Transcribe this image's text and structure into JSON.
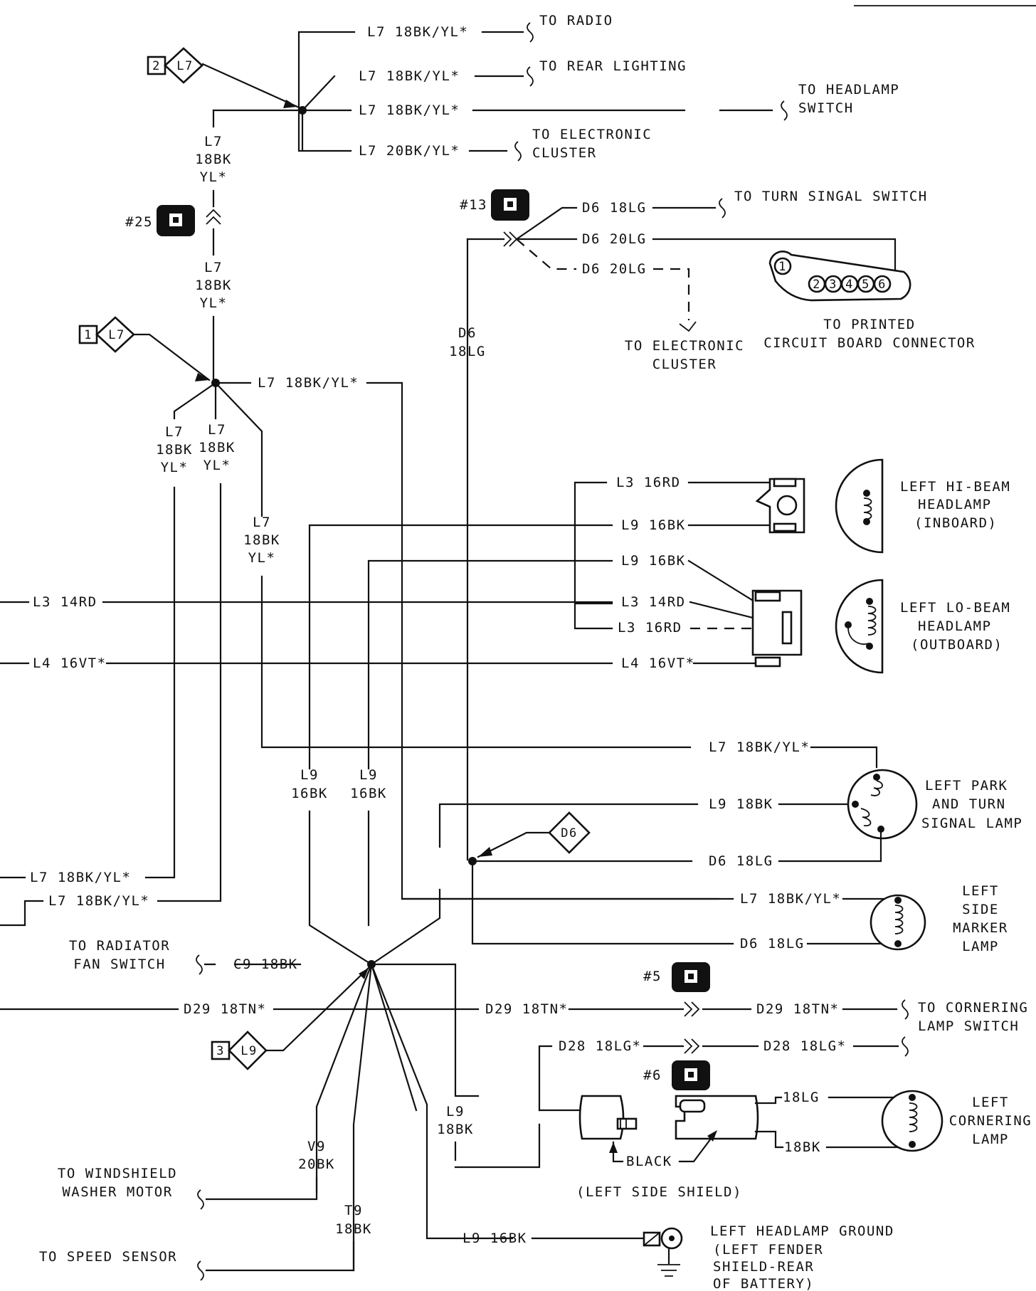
{
  "colors": {
    "ink": "#111111",
    "paper": "#ffffff"
  },
  "wires": {
    "radio": "L7 18BK/YL*",
    "rear_lighting": "L7 18BK/YL*",
    "headlamp_switch": "L7 18BK/YL*",
    "electronic_cluster": "L7 20BK/YL*",
    "vertical_top": [
      "L7",
      "18BK",
      "YL*"
    ],
    "vertical_mid": [
      "L7",
      "18BK",
      "YL*"
    ],
    "splice1_right": "L7 18BK/YL*",
    "branch_a": [
      "L7",
      "18BK",
      "YL*"
    ],
    "branch_b": [
      "L7",
      "18BK",
      "YL*"
    ],
    "branch_c": [
      "L7",
      "18BK",
      "YL*"
    ],
    "d6_turn_signal": "D6 18LG",
    "d6_board": "D6 20LG",
    "d6_cluster": "D6 20LG",
    "d6_vertical": [
      "D6",
      "18LG"
    ],
    "hi_l3": "L3 16RD",
    "hi_l9": "L9 16BK",
    "lo_l9": "L9 16BK",
    "lo_l3_14": "L3 14RD",
    "lo_l3_16": "L3 16RD",
    "lo_l4": "L4 16VT*",
    "left_l3": "L3 14RD",
    "left_l4": "L4 16VT*",
    "park_l7": "L7 18BK/YL*",
    "park_l9": "L9 18BK",
    "park_d6": "D6 18LG",
    "marker_l7": "L7 18BK/YL*",
    "marker_d6": "D6 18LG",
    "l9_vert_a": [
      "L9",
      "16BK"
    ],
    "l9_vert_b": [
      "L9",
      "16BK"
    ],
    "left_l7_a": "L7 18BK/YL*",
    "left_l7_b": "L7 18BK/YL*",
    "c9": "C9 18BK",
    "d29_left": "D29 18TN*",
    "d29_mid": "D29 18TN*",
    "d29_right": "D29 18TN*",
    "d28_left": "D28 18LG*",
    "d28_right": "D28 18LG*",
    "corner_lg": "18LG",
    "corner_bk": "18BK",
    "l9_corner": [
      "L9",
      "18BK"
    ],
    "v9": [
      "V9",
      "20BK"
    ],
    "t9": [
      "T9",
      "18BK"
    ],
    "ground_l9": "L9 16BK"
  },
  "labels": {
    "to_radio": "TO RADIO",
    "to_rear_lighting": "TO REAR LIGHTING",
    "to_headlamp_switch": [
      "TO HEADLAMP",
      "SWITCH"
    ],
    "to_electronic_cluster_top": [
      "TO ELECTRONIC",
      "CLUSTER"
    ],
    "to_turn_signal_switch": "TO TURN SINGAL SWITCH",
    "to_printed_circuit": [
      "TO PRINTED",
      "CIRCUIT BOARD CONNECTOR"
    ],
    "to_electronic_cluster_mid": [
      "TO ELECTRONIC",
      "CLUSTER"
    ],
    "left_hi_beam": [
      "LEFT HI-BEAM",
      "HEADLAMP",
      "(INBOARD)"
    ],
    "left_lo_beam": [
      "LEFT LO-BEAM",
      "HEADLAMP",
      "(OUTBOARD)"
    ],
    "left_park_turn": [
      "LEFT PARK",
      "AND TURN",
      "SIGNAL LAMP"
    ],
    "left_side_marker": [
      "LEFT",
      "SIDE",
      "MARKER",
      "LAMP"
    ],
    "to_radiator_fan": [
      "TO RADIATOR",
      "FAN SWITCH"
    ],
    "to_cornering_switch": [
      "TO CORNERING",
      "LAMP SWITCH"
    ],
    "left_cornering": [
      "LEFT",
      "CORNERING",
      "LAMP"
    ],
    "black": "BLACK",
    "left_side_shield": "(LEFT SIDE SHIELD)",
    "to_windshield_washer": [
      "TO WINDSHIELD",
      "WASHER MOTOR"
    ],
    "to_speed_sensor": "TO SPEED SENSOR",
    "left_headlamp_ground": "LEFT HEADLAMP GROUND",
    "left_fender_shield": [
      "(LEFT FENDER",
      "SHIELD-REAR",
      "OF BATTERY)"
    ]
  },
  "connectors": {
    "c25": "#25",
    "c13": "#13",
    "c5": "#5",
    "c6": "#6"
  },
  "splices": {
    "s2": "2",
    "s1": "1",
    "s3": "3",
    "circuit_l7": "L7",
    "circuit_l9": "L9",
    "circuit_d6": "D6"
  },
  "pcb_pins": [
    "1",
    "2",
    "3",
    "4",
    "5",
    "6"
  ],
  "icons": [
    "connector-icon",
    "splice-icon",
    "lamp-bulb-icon",
    "ground-icon",
    "break-icon"
  ]
}
